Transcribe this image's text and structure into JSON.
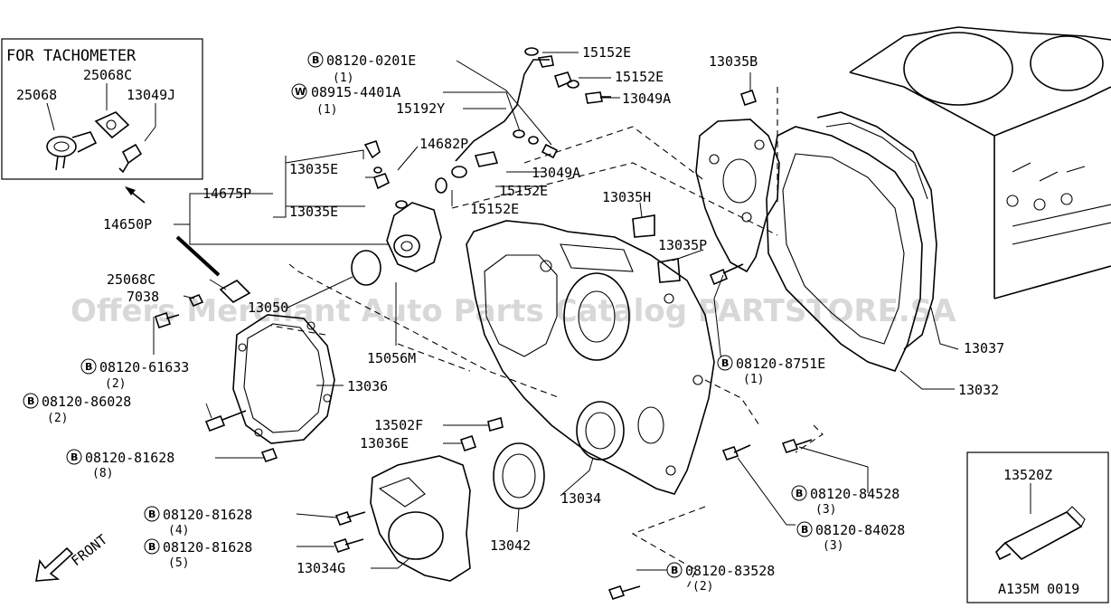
{
  "inset_title": "FOR TACHOMETER",
  "diagram_code": "A135M 0019",
  "front_label": "FRONT",
  "watermark": "Offers Merchant Auto Parts Catalog PARTSTORE.SA",
  "labels": {
    "p25068C_top": "25068C",
    "p25068": "25068",
    "p13049J": "13049J",
    "p08120_0201E": "08120-0201E",
    "q1a": "(1)",
    "p08915_4401A": "08915-4401A",
    "q1b": "(1)",
    "p15192Y": "15192Y",
    "p15152E_1": "15152E",
    "p15152E_2": "15152E",
    "p13049A_1": "13049A",
    "p13035B": "13035B",
    "p14682P": "14682P",
    "p13035E_1": "13035E",
    "p13049A_2": "13049A",
    "p15152E_3": "15152E",
    "p14675P": "14675P",
    "p13035E_2": "13035E",
    "p15152E_4": "15152E",
    "p13035H": "13035H",
    "p14650P": "14650P",
    "p13035P": "13035P",
    "p25068C_mid": "25068C",
    "p7038": "7038",
    "p13050": "13050",
    "p08120_61633": "08120-61633",
    "q2a": "(2)",
    "p15056M": "15056M",
    "p08120_8751E": "08120-8751E",
    "q1c": "(1)",
    "p13037": "13037",
    "p13032": "13032",
    "p13036": "13036",
    "p08120_86028": "08120-86028",
    "q2b": "(2)",
    "p13502F": "13502F",
    "p13036E": "13036E",
    "p08120_81628_a": "08120-81628",
    "q8": "(8)",
    "p13034": "13034",
    "p08120_84528": "08120-84528",
    "q3a": "(3)",
    "p13520Z": "13520Z",
    "p08120_81628_b": "08120-81628",
    "q4": "(4)",
    "p08120_84028": "08120-84028",
    "q3b": "(3)",
    "p08120_81628_c": "08120-81628",
    "q5": "(5)",
    "p13042": "13042",
    "p13034G": "13034G",
    "p08120_83528": "08120-83528",
    "q2c": "(2)"
  },
  "circle_markers": {
    "b": "B",
    "w": "W"
  }
}
